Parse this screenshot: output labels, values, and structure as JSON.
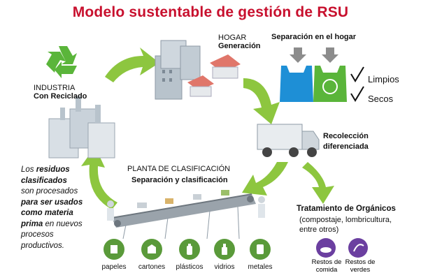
{
  "title": "Modelo sustentable de gestión de RSU",
  "hogar": {
    "line1": "HOGAR",
    "line2": "Generación"
  },
  "separacion_hogar": {
    "title": "Separación en el hogar",
    "limpios": "Limpios",
    "secos": "Secos"
  },
  "industria": {
    "line1": "INDUSTRIA",
    "line2": "Con Reciclado"
  },
  "recoleccion": {
    "line1": "Recolección",
    "line2": "diferenciada"
  },
  "planta": {
    "line1": "PLANTA DE CLASIFICACIÓN",
    "line2": "Separación y clasificación"
  },
  "left_text": {
    "p1": "Los ",
    "p2": "residuos",
    "p3": "clasificados",
    "p4": "son procesados",
    "p5": "para ser usados",
    "p6": "como materia",
    "p7": "prima",
    "p8": " en nuevos",
    "p9": "procesos",
    "p10": "productivos."
  },
  "tratamiento": {
    "title": "Tratamiento de Orgánicos",
    "sub1": "(compostaje, lombricultura,",
    "sub2": "entre otros)",
    "item1_line1": "Restos de",
    "item1_line2": "comida",
    "item2_line1": "Restos de",
    "item2_line2": "verdes"
  },
  "categories": [
    "papeles",
    "cartones",
    "plásticos",
    "vidrios",
    "metales"
  ],
  "colors": {
    "title": "#c8102e",
    "green": "#8dc63f",
    "dark_green": "#5a9a3a",
    "blue_bag": "#1e8fd6",
    "purple": "#6b3fa0"
  }
}
